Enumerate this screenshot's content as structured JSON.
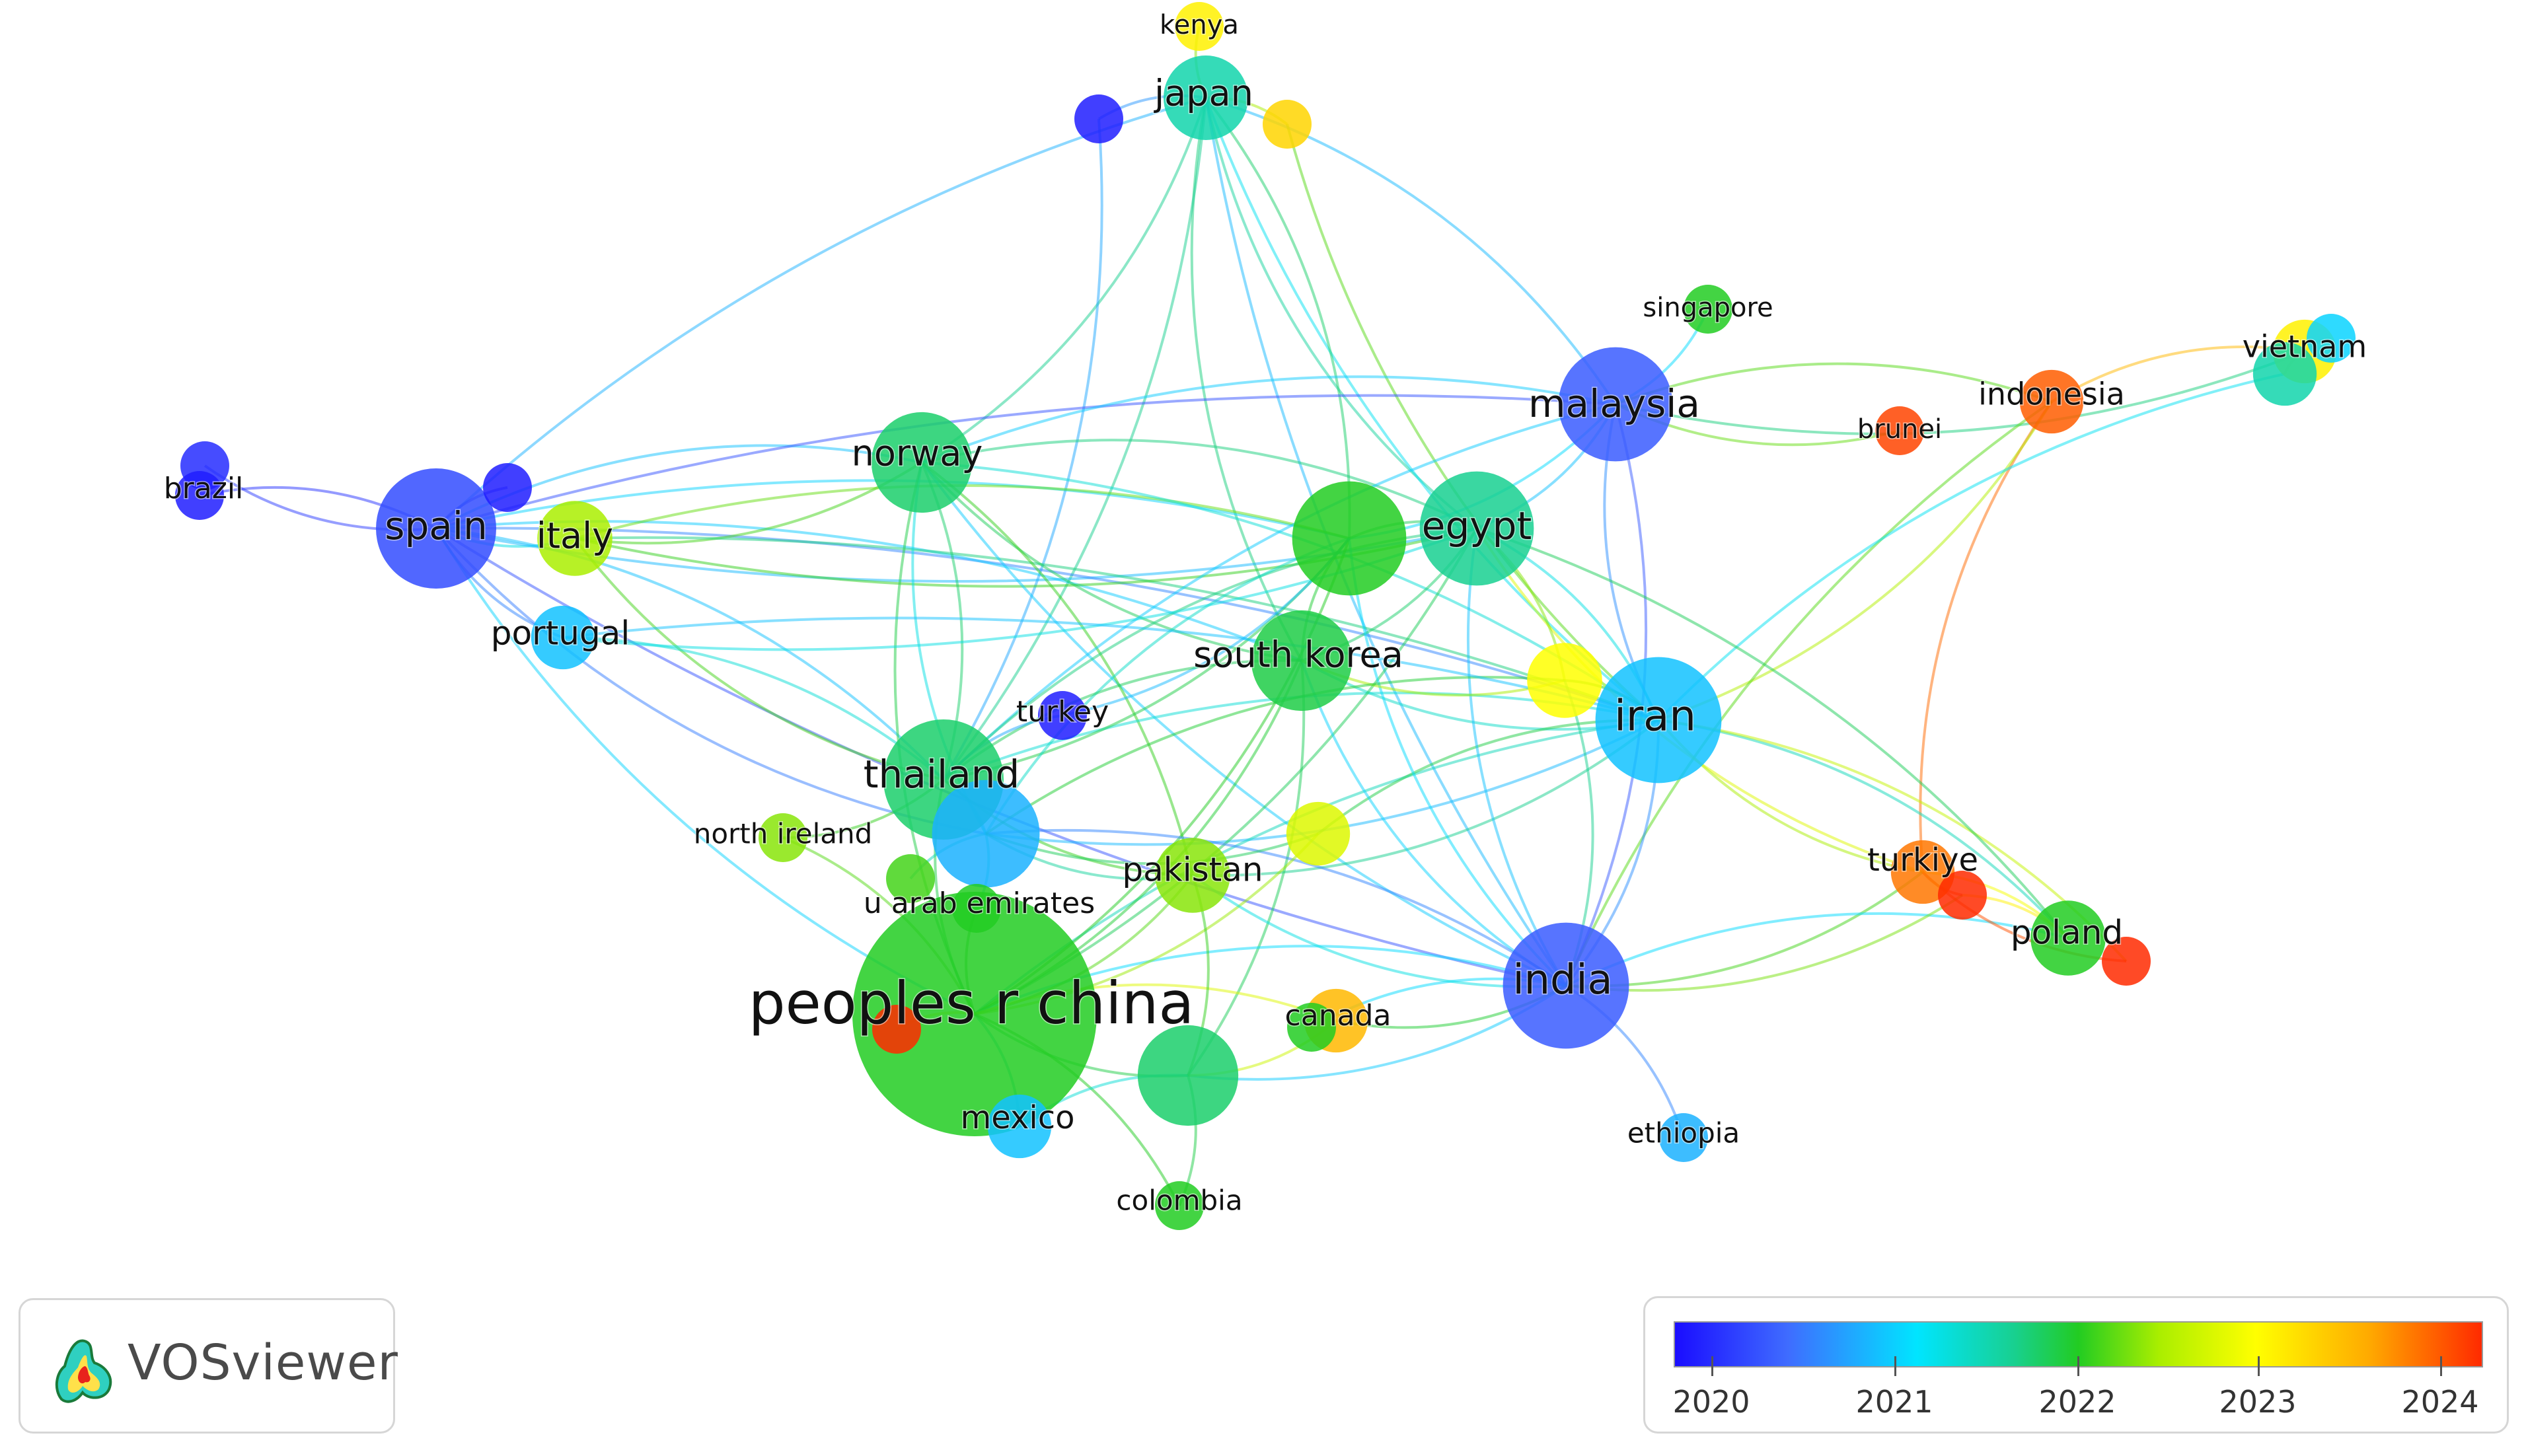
{
  "app": {
    "name": "VOSviewer"
  },
  "legend": {
    "ticks": [
      "2020",
      "2021",
      "2022",
      "2023",
      "2024"
    ],
    "colors": [
      "#1a0dff",
      "#3f6cff",
      "#00e5ff",
      "#22cc22",
      "#ffff00",
      "#ffaa00",
      "#ff2a00"
    ]
  },
  "network": {
    "nodes": [
      {
        "id": "kenya",
        "label": "kenya",
        "year": 2023.0,
        "weight": 1
      },
      {
        "id": "japan",
        "label": "japan",
        "year": 2021.6,
        "weight": 4
      },
      {
        "id": "n_purple_top",
        "label": "",
        "year": 2020.1,
        "weight": 1
      },
      {
        "id": "n_yellow_top",
        "label": "",
        "year": 2023.2,
        "weight": 1
      },
      {
        "id": "singapore",
        "label": "singapore",
        "year": 2022.0,
        "weight": 1
      },
      {
        "id": "vietnam",
        "label": "vietnam",
        "year": 2023.0,
        "weight": 2
      },
      {
        "id": "n_teal_vn",
        "label": "",
        "year": 2021.6,
        "weight": 2
      },
      {
        "id": "n_lblue_vn",
        "label": "",
        "year": 2021.2,
        "weight": 1
      },
      {
        "id": "malaysia",
        "label": "malaysia",
        "year": 2020.5,
        "weight": 8
      },
      {
        "id": "indonesia",
        "label": "indonesia",
        "year": 2023.8,
        "weight": 2
      },
      {
        "id": "brunei",
        "label": "brunei",
        "year": 2023.9,
        "weight": 1
      },
      {
        "id": "brazil",
        "label": "brazil",
        "year": 2020.2,
        "weight": 1
      },
      {
        "id": "n_purple_br",
        "label": "",
        "year": 2020.1,
        "weight": 1
      },
      {
        "id": "spain",
        "label": "spain",
        "year": 2020.4,
        "weight": 9
      },
      {
        "id": "n_purple_sp",
        "label": "",
        "year": 2020.1,
        "weight": 1
      },
      {
        "id": "norway",
        "label": "norway",
        "year": 2021.8,
        "weight": 6
      },
      {
        "id": "italy",
        "label": "italy",
        "year": 2022.4,
        "weight": 3
      },
      {
        "id": "n_green_center",
        "label": "",
        "year": 2022.0,
        "weight": 8
      },
      {
        "id": "egypt",
        "label": "egypt",
        "year": 2021.7,
        "weight": 8
      },
      {
        "id": "portugal",
        "label": "portugal",
        "year": 2021.1,
        "weight": 2
      },
      {
        "id": "south korea",
        "label": "south korea",
        "year": 2021.9,
        "weight": 6
      },
      {
        "id": "n_yellow_mid",
        "label": "",
        "year": 2022.9,
        "weight": 3
      },
      {
        "id": "iran",
        "label": "iran",
        "year": 2021.1,
        "weight": 10
      },
      {
        "id": "turkey",
        "label": "turkey",
        "year": 2020.1,
        "weight": 1
      },
      {
        "id": "thailand",
        "label": "thailand",
        "year": 2021.8,
        "weight": 9
      },
      {
        "id": "n_blue_th",
        "label": "",
        "year": 2021.0,
        "weight": 7
      },
      {
        "id": "north ireland",
        "label": "north ireland",
        "year": 2022.3,
        "weight": 1
      },
      {
        "id": "n_yellow_pk",
        "label": "",
        "year": 2022.7,
        "weight": 2
      },
      {
        "id": "pakistan",
        "label": "pakistan",
        "year": 2022.3,
        "weight": 3
      },
      {
        "id": "u arab emirates",
        "label": "u arab emirates",
        "year": 2022.0,
        "weight": 1
      },
      {
        "id": "n_green_uae",
        "label": "",
        "year": 2022.1,
        "weight": 1
      },
      {
        "id": "turkiye",
        "label": "turkiye",
        "year": 2023.7,
        "weight": 2
      },
      {
        "id": "n_red_tk",
        "label": "",
        "year": 2024.0,
        "weight": 1
      },
      {
        "id": "poland",
        "label": "poland",
        "year": 2022.0,
        "weight": 3
      },
      {
        "id": "n_red_pl",
        "label": "",
        "year": 2024.0,
        "weight": 1
      },
      {
        "id": "peoples r china",
        "label": "peoples r china",
        "year": 2022.0,
        "weight": 42
      },
      {
        "id": "n_red_cn",
        "label": "",
        "year": 2024.0,
        "weight": 1
      },
      {
        "id": "n_green_low",
        "label": "",
        "year": 2021.8,
        "weight": 6
      },
      {
        "id": "canada",
        "label": "canada",
        "year": 2023.4,
        "weight": 2
      },
      {
        "id": "n_green_ca",
        "label": "",
        "year": 2022.0,
        "weight": 1
      },
      {
        "id": "india",
        "label": "india",
        "year": 2020.5,
        "weight": 10
      },
      {
        "id": "mexico",
        "label": "mexico",
        "year": 2021.1,
        "weight": 2
      },
      {
        "id": "ethiopia",
        "label": "ethiopia",
        "year": 2021.0,
        "weight": 1
      },
      {
        "id": "colombia",
        "label": "colombia",
        "year": 2022.0,
        "weight": 1
      }
    ],
    "links": [
      [
        "japan",
        "kenya"
      ],
      [
        "japan",
        "n_purple_top"
      ],
      [
        "japan",
        "n_yellow_top"
      ],
      [
        "japan",
        "spain"
      ],
      [
        "japan",
        "norway"
      ],
      [
        "japan",
        "egypt"
      ],
      [
        "japan",
        "malaysia"
      ],
      [
        "japan",
        "south korea"
      ],
      [
        "japan",
        "thailand"
      ],
      [
        "japan",
        "iran"
      ],
      [
        "japan",
        "n_green_center"
      ],
      [
        "japan",
        "india"
      ],
      [
        "n_purple_top",
        "thailand"
      ],
      [
        "n_yellow_top",
        "iran"
      ],
      [
        "spain",
        "brazil"
      ],
      [
        "spain",
        "n_purple_br"
      ],
      [
        "spain",
        "n_purple_sp"
      ],
      [
        "spain",
        "italy"
      ],
      [
        "spain",
        "norway"
      ],
      [
        "spain",
        "portugal"
      ],
      [
        "spain",
        "malaysia"
      ],
      [
        "spain",
        "egypt"
      ],
      [
        "spain",
        "thailand"
      ],
      [
        "spain",
        "n_blue_th"
      ],
      [
        "spain",
        "iran"
      ],
      [
        "spain",
        "india"
      ],
      [
        "spain",
        "south korea"
      ],
      [
        "spain",
        "peoples r china"
      ],
      [
        "spain",
        "n_green_center"
      ],
      [
        "italy",
        "norway"
      ],
      [
        "italy",
        "n_green_center"
      ],
      [
        "italy",
        "thailand"
      ],
      [
        "italy",
        "iran"
      ],
      [
        "italy",
        "egypt"
      ],
      [
        "norway",
        "thailand"
      ],
      [
        "norway",
        "n_blue_th"
      ],
      [
        "norway",
        "egypt"
      ],
      [
        "norway",
        "south korea"
      ],
      [
        "norway",
        "iran"
      ],
      [
        "norway",
        "peoples r china"
      ],
      [
        "norway",
        "malaysia"
      ],
      [
        "norway",
        "india"
      ],
      [
        "norway",
        "pakistan"
      ],
      [
        "malaysia",
        "singapore"
      ],
      [
        "malaysia",
        "indonesia"
      ],
      [
        "malaysia",
        "brunei"
      ],
      [
        "malaysia",
        "egypt"
      ],
      [
        "malaysia",
        "iran"
      ],
      [
        "malaysia",
        "india"
      ],
      [
        "malaysia",
        "thailand"
      ],
      [
        "malaysia",
        "n_green_center"
      ],
      [
        "malaysia",
        "vietnam"
      ],
      [
        "indonesia",
        "vietnam"
      ],
      [
        "indonesia",
        "turkiye"
      ],
      [
        "indonesia",
        "iran"
      ],
      [
        "indonesia",
        "india"
      ],
      [
        "iran",
        "n_teal_vn"
      ],
      [
        "iran",
        "egypt"
      ],
      [
        "iran",
        "south korea"
      ],
      [
        "iran",
        "thailand"
      ],
      [
        "iran",
        "n_blue_th"
      ],
      [
        "iran",
        "peoples r china"
      ],
      [
        "iran",
        "india"
      ],
      [
        "iran",
        "turkiye"
      ],
      [
        "iran",
        "poland"
      ],
      [
        "iran",
        "n_yellow_mid"
      ],
      [
        "iran",
        "pakistan"
      ],
      [
        "iran",
        "n_yellow_pk"
      ],
      [
        "iran",
        "n_red_pl"
      ],
      [
        "egypt",
        "n_green_center"
      ],
      [
        "egypt",
        "south korea"
      ],
      [
        "egypt",
        "thailand"
      ],
      [
        "egypt",
        "peoples r china"
      ],
      [
        "egypt",
        "india"
      ],
      [
        "egypt",
        "poland"
      ],
      [
        "egypt",
        "turkiye"
      ],
      [
        "egypt",
        "n_yellow_mid"
      ],
      [
        "n_green_center",
        "south korea"
      ],
      [
        "n_green_center",
        "thailand"
      ],
      [
        "n_green_center",
        "n_blue_th"
      ],
      [
        "n_green_center",
        "peoples r china"
      ],
      [
        "n_green_center",
        "india"
      ],
      [
        "n_green_center",
        "turkey"
      ],
      [
        "south korea",
        "thailand"
      ],
      [
        "south korea",
        "peoples r china"
      ],
      [
        "south korea",
        "india"
      ],
      [
        "south korea",
        "n_green_low"
      ],
      [
        "south korea",
        "n_yellow_mid"
      ],
      [
        "thailand",
        "n_blue_th"
      ],
      [
        "thailand",
        "peoples r china"
      ],
      [
        "thailand",
        "north ireland"
      ],
      [
        "thailand",
        "pakistan"
      ],
      [
        "thailand",
        "turkey"
      ],
      [
        "thailand",
        "portugal"
      ],
      [
        "n_blue_th",
        "india"
      ],
      [
        "n_blue_th",
        "pakistan"
      ],
      [
        "n_blue_th",
        "u arab emirates"
      ],
      [
        "n_blue_th",
        "n_green_uae"
      ],
      [
        "n_blue_th",
        "n_yellow_mid"
      ],
      [
        "n_blue_th",
        "n_yellow_pk"
      ],
      [
        "peoples r china",
        "india"
      ],
      [
        "peoples r china",
        "pakistan"
      ],
      [
        "peoples r china",
        "mexico"
      ],
      [
        "peoples r china",
        "n_green_low"
      ],
      [
        "peoples r china",
        "canada"
      ],
      [
        "peoples r china",
        "n_red_cn"
      ],
      [
        "peoples r china",
        "u arab emirates"
      ],
      [
        "peoples r china",
        "n_yellow_pk"
      ],
      [
        "peoples r china",
        "colombia"
      ],
      [
        "peoples r china",
        "north ireland"
      ],
      [
        "india",
        "canada"
      ],
      [
        "india",
        "n_green_ca"
      ],
      [
        "india",
        "ethiopia"
      ],
      [
        "india",
        "turkiye"
      ],
      [
        "india",
        "poland"
      ],
      [
        "india",
        "n_red_tk"
      ],
      [
        "india",
        "n_green_low"
      ],
      [
        "india",
        "n_yellow_mid"
      ],
      [
        "india",
        "pakistan"
      ],
      [
        "turkiye",
        "n_red_tk"
      ],
      [
        "turkiye",
        "poland"
      ],
      [
        "turkiye",
        "n_red_pl"
      ],
      [
        "n_red_tk",
        "poland"
      ],
      [
        "n_green_low",
        "canada"
      ],
      [
        "n_green_low",
        "colombia"
      ],
      [
        "n_green_low",
        "mexico"
      ],
      [
        "pakistan",
        "n_green_low"
      ],
      [
        "portugal",
        "egypt"
      ],
      [
        "portugal",
        "iran"
      ],
      [
        "vietnam",
        "n_teal_vn"
      ],
      [
        "vietnam",
        "n_lblue_vn"
      ]
    ]
  }
}
